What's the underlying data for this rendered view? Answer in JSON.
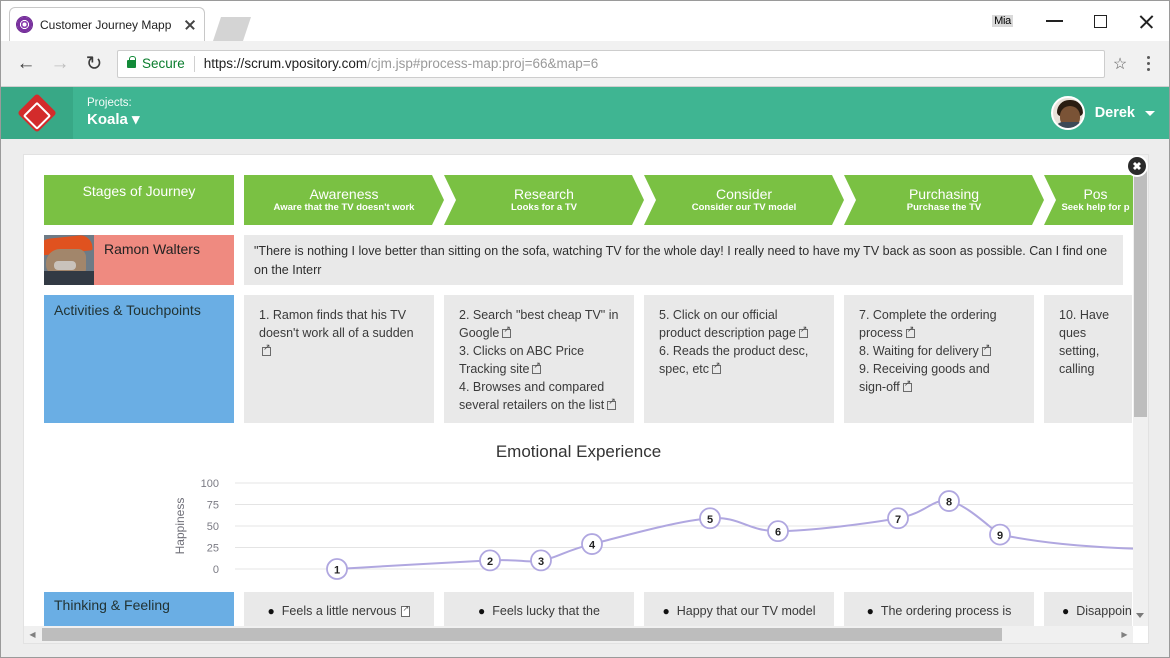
{
  "browser": {
    "tab_title": "Customer Journey Mapp",
    "tab_close_icon": "close-icon",
    "back_icon": "←",
    "forward_icon": "→",
    "reload_icon": "↻",
    "secure_label": "Secure",
    "url_scheme": "https://",
    "url_host": "scrum.vpository.com",
    "url_path": "/cjm.jsp#process-map:proj=66&map=6",
    "bookmark_icon": "☆",
    "menu_icon": "kebab-menu-icon",
    "window_label": "Mia",
    "minimize_icon": "minimize-icon",
    "maximize_icon": "maximize-icon",
    "close_icon": "close-icon"
  },
  "appbar": {
    "logo_icon": "vpository-diamond-logo",
    "projects_label": "Projects:",
    "project_name": "Koala",
    "project_caret": "▾",
    "user_name": "Derek",
    "user_caret": "▾"
  },
  "panel": {
    "close_icon": "✖"
  },
  "journey": {
    "stages_row_label": "Stages of Journey",
    "stages": [
      {
        "title": "Awareness",
        "subtitle": "Aware that the TV doesn't work"
      },
      {
        "title": "Research",
        "subtitle": "Looks for a TV"
      },
      {
        "title": "Consider",
        "subtitle": "Consider our TV model"
      },
      {
        "title": "Purchasing",
        "subtitle": "Purchase the TV"
      },
      {
        "title": "Pos",
        "subtitle": "Seek help for p"
      }
    ],
    "persona_name": "Ramon Walters",
    "persona_quote": "\"There is nothing I love better than sitting on the sofa, watching TV for the whole day! I really need to have my TV back as soon as possible. Can I find one on the Interr",
    "activities_row_label": "Activities & Touchpoints",
    "activities": [
      [
        "1. Ramon finds that his TV doesn't work all of a sudden"
      ],
      [
        "2. Search \"best cheap TV\" in Google",
        "3. Clicks on ABC Price Tracking site",
        "4. Browses and compared several retailers on the list"
      ],
      [
        "5. Click on our official product description page",
        "6. Reads the product desc, spec, etc"
      ],
      [
        "7. Complete the ordering process",
        "8. Waiting for delivery",
        "9. Receiving goods and sign-off"
      ],
      [
        "10. Have ques setting, calling"
      ]
    ],
    "thinking_row_label": "Thinking & Feeling",
    "thinking": [
      "Feels a little nervous",
      "Feels lucky that the",
      "Happy that our TV model",
      "The ordering process is",
      "Disappoin"
    ]
  },
  "chart_data": {
    "type": "line",
    "title": "Emotional Experience",
    "ylabel": "Happiness",
    "xlabel": "",
    "ylim": [
      0,
      100
    ],
    "yticks": [
      0,
      25,
      50,
      75,
      100
    ],
    "grid": true,
    "legend": "none",
    "point_labels": [
      "1",
      "2",
      "3",
      "4",
      "5",
      "6",
      "7",
      "8",
      "9"
    ],
    "x": [
      1,
      2,
      3,
      4,
      5,
      6,
      7,
      8,
      9
    ],
    "values": [
      0,
      10,
      10,
      29,
      59,
      44,
      59,
      79,
      40
    ],
    "line_color": "#b0a7e0",
    "marker_fill": "#ffffff"
  },
  "colors": {
    "brand_green": "#3fb592",
    "stage_green": "#7ac143",
    "persona_red": "#ef8a80",
    "row_blue": "#6aaee4",
    "cell_grey": "#e9e9e9",
    "secure_green": "#0a7d2d"
  }
}
